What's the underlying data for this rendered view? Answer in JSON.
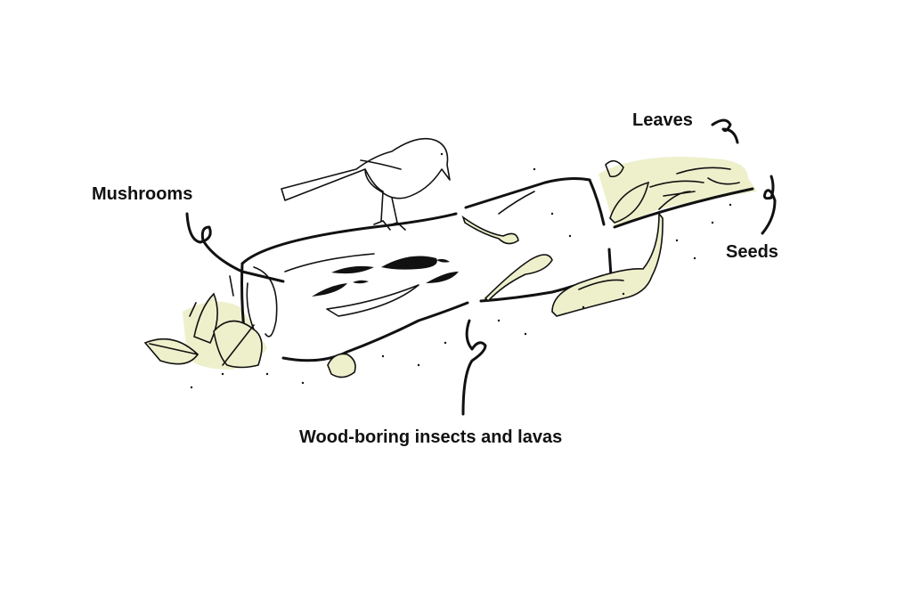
{
  "labels": {
    "leaves": "Leaves",
    "mushrooms": "Mushrooms",
    "seeds": "Seeds",
    "insects": "Wood-boring insects and lavas"
  },
  "colors": {
    "highlight": "#eef0cc",
    "ink": "#111111"
  }
}
